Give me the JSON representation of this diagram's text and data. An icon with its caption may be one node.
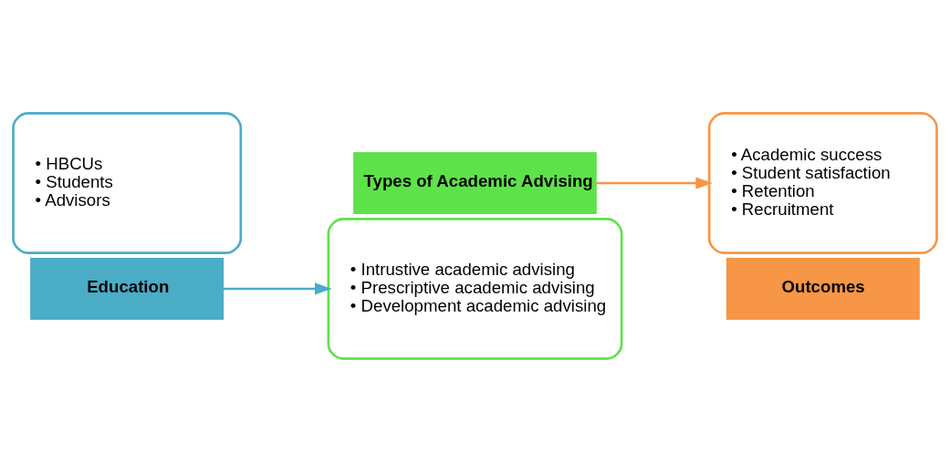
{
  "diagram": {
    "nodes": [
      {
        "text": [
          "• HBCUs",
          "• Students",
          "• Advisors"
        ]
      },
      {
        "text": [
          "Education"
        ]
      },
      {
        "text": [
          "Types of Academic Advising"
        ]
      },
      {
        "text": [
          "• Intrustive academic advising",
          "• Prescriptive academic advising",
          "• Development academic advising"
        ]
      },
      {
        "text": [
          "• Academic success",
          "• Student satisfaction",
          "• Retention",
          "• Recruitment"
        ]
      },
      {
        "text": [
          "Outcomes"
        ]
      }
    ],
    "edges": [
      {
        "from": 1,
        "to": 3,
        "arrow": "to",
        "color": "#4bacc6"
      },
      {
        "from": 2,
        "to": 4,
        "arrow": "to",
        "color": "#f79646"
      }
    ]
  }
}
